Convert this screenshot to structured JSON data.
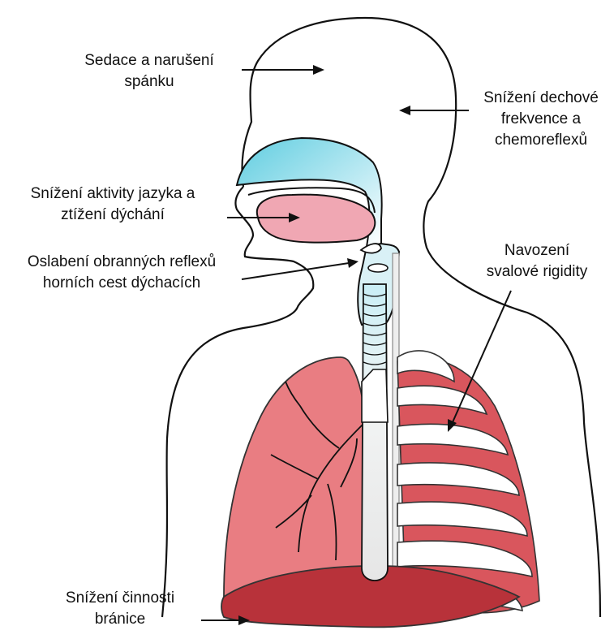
{
  "labels": {
    "sedation": [
      "Sedace a narušení",
      "spánku"
    ],
    "respiratory_rate": [
      "Snížení dechové",
      "frekvence a",
      "chemoreflexů"
    ],
    "tongue": [
      "Snížení aktivity jazyka a",
      "ztížení dýchání"
    ],
    "airway_reflexes": [
      "Oslabení obranných reflexů",
      "horních cest dýchacích"
    ],
    "muscle_rigidity": [
      "Navození",
      "svalové rigidity"
    ],
    "diaphragm": [
      "Snížení činnosti",
      "bránice"
    ]
  },
  "colors": {
    "outline": "#111111",
    "airway_blue": "#7fd6e6",
    "tongue_pink": "#f0a7b3",
    "lung_pink": "#e87a7f",
    "lung_red": "#c8404a",
    "diaphragm_red": "#b8323a",
    "trachea_gray": "#e8eaea"
  }
}
